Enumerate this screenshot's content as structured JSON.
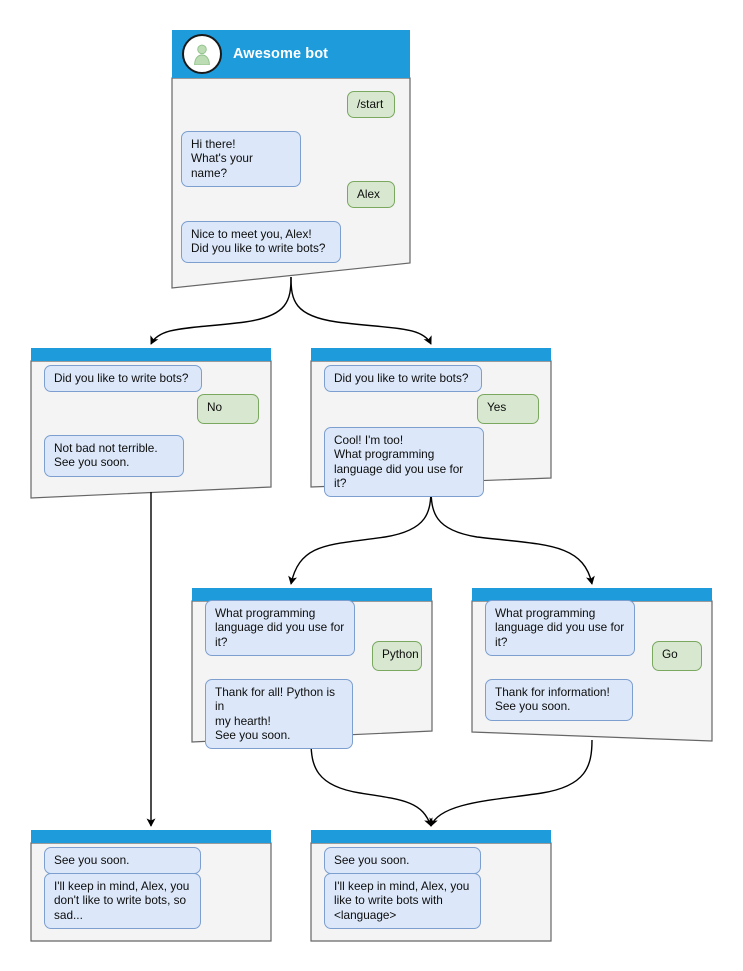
{
  "theme": {
    "titlebar_color": "#1e9bdb",
    "window_body_color": "#f4f4f4",
    "window_border_color": "#666666",
    "bot_bubble_fill": "#dce8f9",
    "bot_bubble_stroke": "#7c9fd0",
    "user_bubble_fill": "#d8e8d0",
    "user_bubble_stroke": "#7aa85f",
    "page_background": "#ffffff",
    "connector_color": "#000000"
  },
  "root_window": {
    "name": "awesome-bot-root",
    "title": "Awesome bot",
    "avatar_icon": "person-avatar-icon",
    "messages": [
      {
        "role": "user",
        "text": "/start"
      },
      {
        "role": "bot",
        "text": "Hi there!\nWhat's your name?"
      },
      {
        "role": "user",
        "text": "Alex"
      },
      {
        "role": "bot",
        "text": "Nice to meet you, Alex!\nDid you like to write bots?"
      }
    ]
  },
  "windows": [
    {
      "id": "branch-no",
      "messages": [
        {
          "role": "bot",
          "text": "Did you like to write bots?"
        },
        {
          "role": "user",
          "text": "No"
        },
        {
          "role": "bot",
          "text": "Not bad not terrible.\nSee you soon."
        }
      ]
    },
    {
      "id": "branch-yes",
      "messages": [
        {
          "role": "bot",
          "text": "Did you like to write bots?"
        },
        {
          "role": "user",
          "text": "Yes"
        },
        {
          "role": "bot",
          "text": "Cool! I'm too!\nWhat programming\nlanguage did you use for it?"
        }
      ]
    },
    {
      "id": "branch-python",
      "messages": [
        {
          "role": "bot",
          "text": "What programming\nlanguage did you use for it?"
        },
        {
          "role": "user",
          "text": "Python"
        },
        {
          "role": "bot",
          "text": "Thank for all! Python is in\nmy hearth!\nSee you soon."
        }
      ]
    },
    {
      "id": "branch-go",
      "messages": [
        {
          "role": "bot",
          "text": "What programming\nlanguage did you use for it?"
        },
        {
          "role": "user",
          "text": "Go"
        },
        {
          "role": "bot",
          "text": "Thank for information!\nSee you soon."
        }
      ]
    },
    {
      "id": "end-no",
      "messages": [
        {
          "role": "bot",
          "text": "See you soon."
        },
        {
          "role": "bot",
          "text": "I'll keep in mind, Alex, you\ndon't like to write bots, so\nsad..."
        }
      ]
    },
    {
      "id": "end-yes",
      "messages": [
        {
          "role": "bot",
          "text": "See you soon."
        },
        {
          "role": "bot",
          "text": "I'll keep in mind, Alex, you\nlike to write bots with\n<language>"
        }
      ]
    }
  ]
}
